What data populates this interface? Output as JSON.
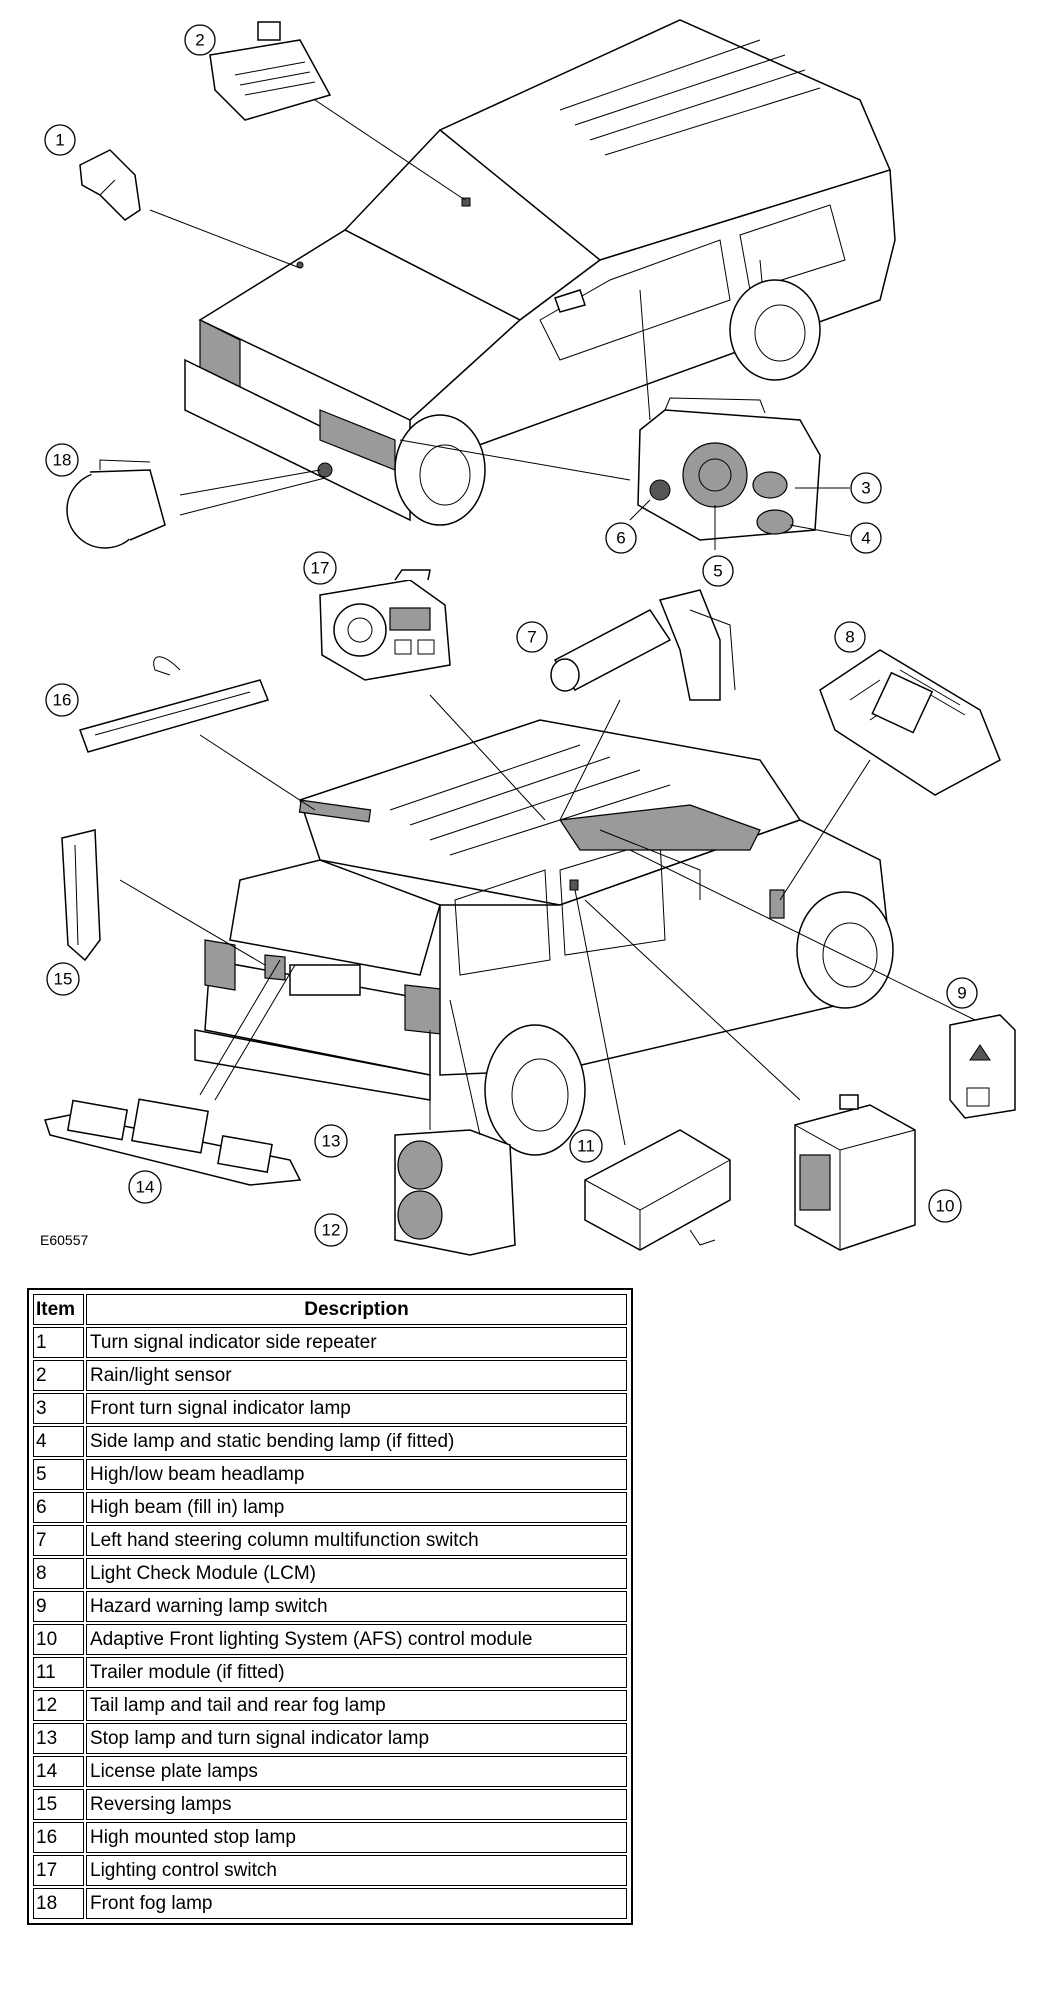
{
  "figure_ref": "E60557",
  "callouts": [
    {
      "n": "1"
    },
    {
      "n": "2"
    },
    {
      "n": "3"
    },
    {
      "n": "4"
    },
    {
      "n": "5"
    },
    {
      "n": "6"
    },
    {
      "n": "7"
    },
    {
      "n": "8"
    },
    {
      "n": "9"
    },
    {
      "n": "10"
    },
    {
      "n": "11"
    },
    {
      "n": "12"
    },
    {
      "n": "13"
    },
    {
      "n": "14"
    },
    {
      "n": "15"
    },
    {
      "n": "16"
    },
    {
      "n": "17"
    },
    {
      "n": "18"
    }
  ],
  "legend": {
    "headers": {
      "item": "Item",
      "description": "Description"
    },
    "rows": [
      {
        "item": "1",
        "description": "Turn signal indicator side repeater"
      },
      {
        "item": "2",
        "description": "Rain/light sensor"
      },
      {
        "item": "3",
        "description": "Front turn signal indicator lamp"
      },
      {
        "item": "4",
        "description": "Side lamp and static bending lamp (if fitted)"
      },
      {
        "item": "5",
        "description": "High/low beam headlamp"
      },
      {
        "item": "6",
        "description": "High beam (fill in) lamp"
      },
      {
        "item": "7",
        "description": "Left hand steering column multifunction switch"
      },
      {
        "item": "8",
        "description": "Light Check Module (LCM)"
      },
      {
        "item": "9",
        "description": "Hazard warning lamp switch"
      },
      {
        "item": "10",
        "description": "Adaptive Front lighting System (AFS) control module"
      },
      {
        "item": "11",
        "description": "Trailer module (if fitted)"
      },
      {
        "item": "12",
        "description": "Tail lamp and tail and rear fog lamp"
      },
      {
        "item": "13",
        "description": "Stop lamp and turn signal indicator lamp"
      },
      {
        "item": "14",
        "description": "License plate lamps"
      },
      {
        "item": "15",
        "description": "Reversing lamps"
      },
      {
        "item": "16",
        "description": "High mounted stop lamp"
      },
      {
        "item": "17",
        "description": "Lighting control switch"
      },
      {
        "item": "18",
        "description": "Front fog lamp"
      }
    ]
  }
}
